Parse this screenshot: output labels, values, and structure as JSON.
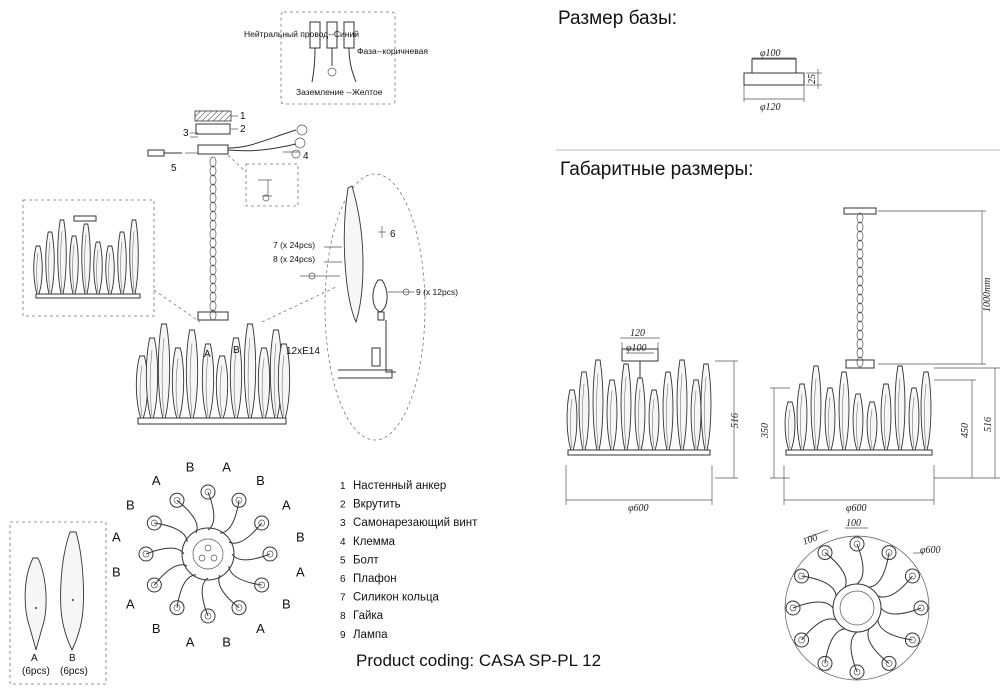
{
  "base_size": {
    "title": "Размер базы:",
    "d_top": "φ100",
    "h": "25",
    "d_bottom": "φ120"
  },
  "overall": {
    "title": "Габаритные размеры:",
    "side1": {
      "d_cap": "120",
      "d_cap2": "φ100",
      "h": "516",
      "w": "φ600"
    },
    "side2": {
      "chain": "1000mm",
      "h1": "350",
      "h2": "450",
      "h3": "516",
      "w": "φ600"
    },
    "top": {
      "d1": "100",
      "d2": "100",
      "d": "φ600"
    }
  },
  "wiring": {
    "neutral": "Нейтральный провод--Синий",
    "phase": "Фаза--коричневая",
    "ground": "Заземление --Желтое"
  },
  "callouts": {
    "c1": "1",
    "c2": "2",
    "c3": "3",
    "c4": "4",
    "c5": "5",
    "c6": "6",
    "c7": "7 (x 24pcs)",
    "c8": "8 (x 24pcs)",
    "c9": "9  (x 12pcs)",
    "A": "A",
    "B": "B",
    "bulbs": "12xE14"
  },
  "legend": [
    {
      "num": "1",
      "text": "Настенный анкер"
    },
    {
      "num": "2",
      "text": "Вкрутить"
    },
    {
      "num": "3",
      "text": "Самонарезающий винт"
    },
    {
      "num": "4",
      "text": "Клемма"
    },
    {
      "num": "5",
      "text": "Болт"
    },
    {
      "num": "6",
      "text": "Плафон"
    },
    {
      "num": "7",
      "text": "Силикон кольца"
    },
    {
      "num": "8",
      "text": "Гайка"
    },
    {
      "num": "9",
      "text": "Лампа"
    }
  ],
  "parts": {
    "a_label": "A",
    "a_count": "(6pcs)",
    "b_label": "B",
    "b_count": "(6pcs)"
  },
  "ring_labels": [
    "B",
    "A",
    "B",
    "A",
    "B",
    "A",
    "B",
    "A",
    "B",
    "A",
    "B",
    "A",
    "B",
    "A",
    "B",
    "A"
  ],
  "product_coding": "Product coding: CASA SP-PL 12"
}
